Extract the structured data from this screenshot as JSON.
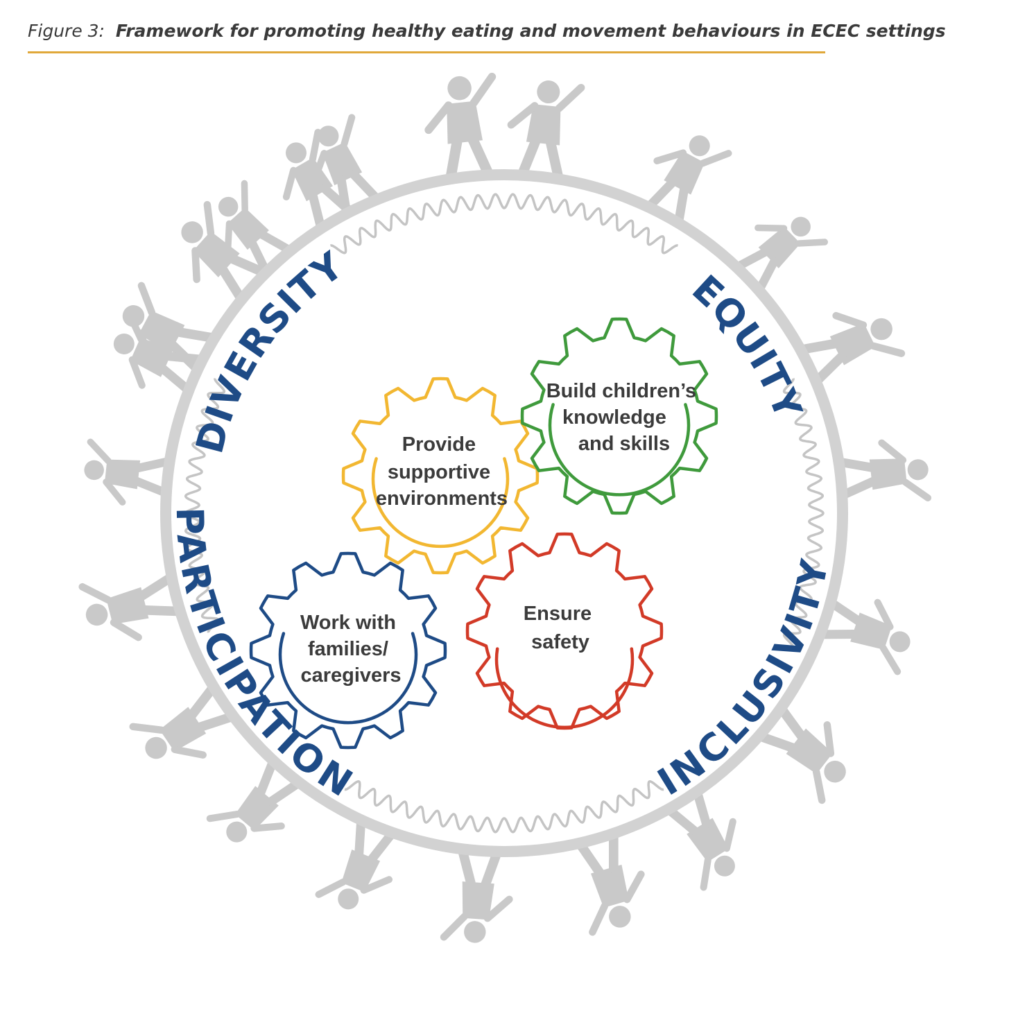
{
  "caption": {
    "figure_label": "Figure 3:",
    "title": "Framework for promoting healthy eating and movement behaviours in ECEC settings"
  },
  "colors": {
    "rule": "#e0a83a",
    "ring": "#d2d2d2",
    "silhouette": "#c9c9c9",
    "principle_text": "#1e4b86",
    "gear_yellow": "#f2b731",
    "gear_green": "#3f9a3c",
    "gear_blue": "#1e4b86",
    "gear_red": "#d23a27"
  },
  "principles": {
    "top_left": "DIVERSITY",
    "top_right": "EQUITY",
    "bottom_left": "PARTICIPATION",
    "bottom_right": "INCLUSIVITY"
  },
  "gears": {
    "supportive": {
      "line1": "Provide",
      "line2": "supportive",
      "line3": "environments"
    },
    "knowledge": {
      "line1": "Build children’s",
      "line2": "knowledge",
      "line3": "and skills"
    },
    "families": {
      "line1": "Work with",
      "line2": "families/",
      "line3": "caregivers"
    },
    "safety": {
      "line1": "Ensure",
      "line2": "safety"
    }
  },
  "silhouettes": {
    "icon": "child-silhouette-icon",
    "count": 22
  }
}
